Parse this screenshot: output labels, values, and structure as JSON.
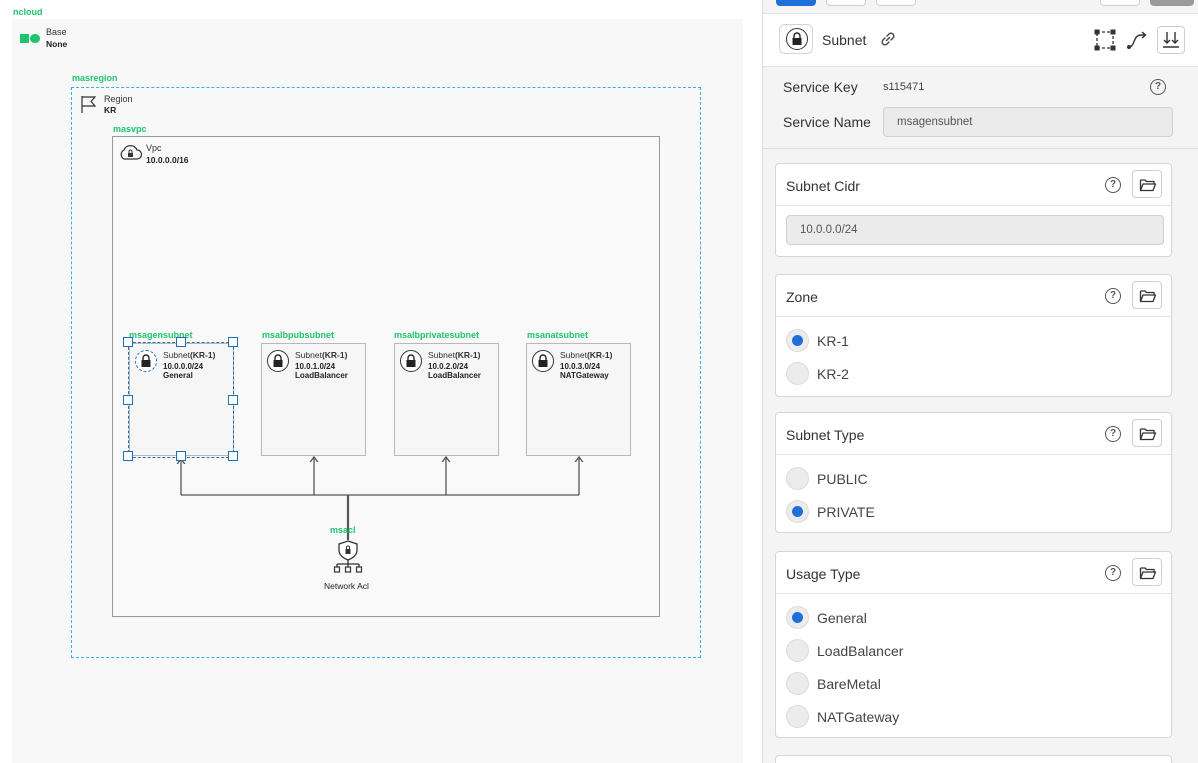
{
  "canvas": {
    "root_label": "ncloud",
    "base": {
      "title": "Base",
      "value": "None"
    },
    "region": {
      "name": "masregion",
      "title": "Region",
      "value": "KR"
    },
    "vpc": {
      "name": "masvpc",
      "title": "Vpc",
      "value": "10.0.0.0/16"
    },
    "subnets": [
      {
        "name": "msagensubnet",
        "type": "Subnet",
        "zone": "(KR-1)",
        "cidr": "10.0.0.0/24",
        "usage": "General"
      },
      {
        "name": "msalbpubsubnet",
        "type": "Subnet",
        "zone": "(KR-1)",
        "cidr": "10.0.1.0/24",
        "usage": "LoadBalancer"
      },
      {
        "name": "msalbprivatesubnet",
        "type": "Subnet",
        "zone": "(KR-1)",
        "cidr": "10.0.2.0/24",
        "usage": "LoadBalancer"
      },
      {
        "name": "msanatsubnet",
        "type": "Subnet",
        "zone": "(KR-1)",
        "cidr": "10.0.3.0/24",
        "usage": "NATGateway"
      }
    ],
    "nacl": {
      "name": "msacl",
      "label": "Network Acl"
    }
  },
  "panel": {
    "header": {
      "title": "Subnet"
    },
    "service_key": {
      "label": "Service Key",
      "value": "s115471"
    },
    "service_name": {
      "label": "Service Name",
      "value": "msagensubnet"
    },
    "subnet_cidr": {
      "title": "Subnet Cidr",
      "value": "10.0.0.0/24"
    },
    "zone": {
      "title": "Zone",
      "options": [
        "KR-1",
        "KR-2"
      ],
      "selected": "KR-1"
    },
    "subnet_type": {
      "title": "Subnet Type",
      "options": [
        "PUBLIC",
        "PRIVATE"
      ],
      "selected": "PRIVATE"
    },
    "usage_type": {
      "title": "Usage Type",
      "options": [
        "General",
        "LoadBalancer",
        "BareMetal",
        "NATGateway"
      ],
      "selected": "General"
    }
  },
  "icons": {
    "base": "ncloud-logo-icon",
    "region": "flag-icon",
    "vpc": "cloud-lock-icon",
    "subnet": "lock-icon",
    "nacl": "shield-network-icon",
    "link": "link-icon",
    "help": "help-icon",
    "folder": "folder-open-icon"
  },
  "colors": {
    "accent": "#1f6fd8",
    "label_green": "#1fc46e",
    "region_border": "#3ab0e2",
    "selection": "#1f6fb5"
  }
}
